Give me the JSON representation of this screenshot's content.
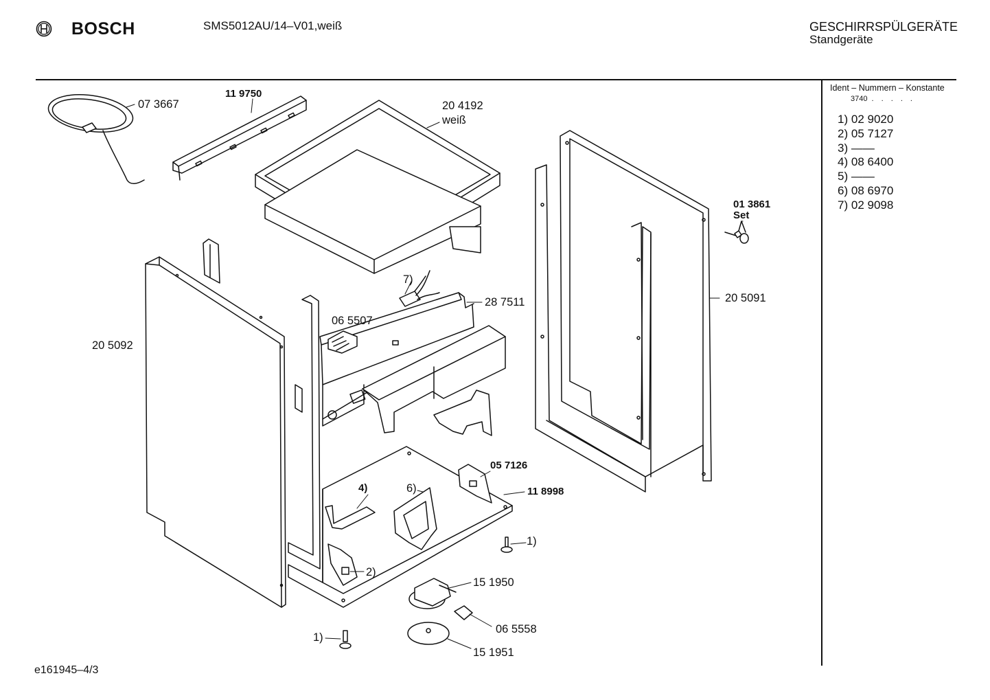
{
  "header": {
    "brand": "BOSCH",
    "model": "SMS5012AU/14–V01,weiß",
    "category_line1": "GESCHIRRSPÜLGERÄTE",
    "category_line2": "Standgeräte"
  },
  "ident": {
    "heading": "Ident – Nummern – Konstante",
    "constant": "3740",
    "items": [
      {
        "key": "1)",
        "value": "02 9020"
      },
      {
        "key": "2)",
        "value": "05 7127"
      },
      {
        "key": "3)",
        "value": "——"
      },
      {
        "key": "4)",
        "value": "08 6400"
      },
      {
        "key": "5)",
        "value": "——"
      },
      {
        "key": "6)",
        "value": "08 6970"
      },
      {
        "key": "7)",
        "value": "02 9098"
      }
    ]
  },
  "parts": {
    "p073667": "07 3667",
    "p119750": "11 9750",
    "p204192": "20 4192",
    "p204192_color": "weiß",
    "p013861": "01 3861",
    "p013861_set": "Set",
    "p287511": "28 7511",
    "p065507": "06 5507",
    "p205091": "20 5091",
    "p205092": "20 5092",
    "p057126": "05 7126",
    "p118998": "11 8998",
    "p151950": "15 1950",
    "p065558": "06 5558",
    "p151951": "15 1951",
    "ref1": "1)",
    "ref2": "2)",
    "ref4": "4)",
    "ref6": "6)",
    "ref7": "7)"
  },
  "footer": {
    "code": "e161945–4/3"
  }
}
